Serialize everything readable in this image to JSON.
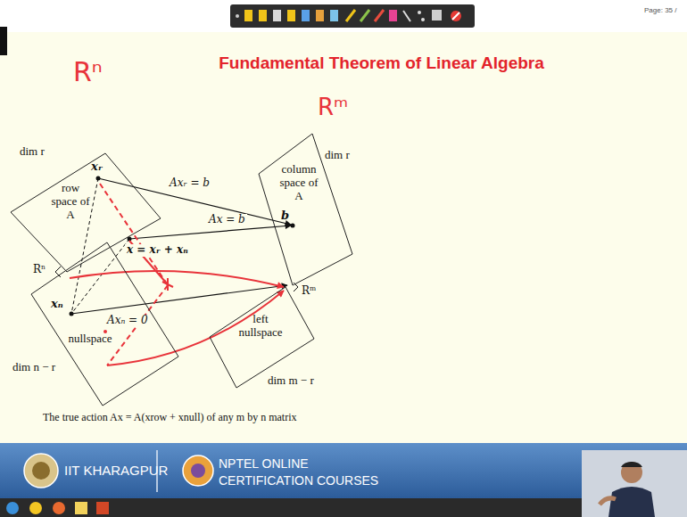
{
  "diagram": {
    "title": "Fundamental Theorem of Linear Algebra",
    "caption": "The true action Ax = A(xrow + xnull) of any m by n matrix",
    "nodes": [
      {
        "text": [
          "dim r",
          "row space of A"
        ]
      },
      {
        "text": [
          "dim r",
          "column space of A"
        ]
      },
      {
        "text": [
          "nullspace",
          "dim n − r"
        ]
      },
      {
        "text": [
          "left nullspace",
          "dim m − r"
        ]
      }
    ],
    "labels": [
      "Page: 35 /",
      "Rⁿ",
      "Rᵐ",
      "xᵣ",
      "Axᵣ = b",
      "b",
      "Ax = b",
      "x = xᵣ + xₙ",
      "Rⁿ",
      "Rᵐ",
      "xₙ",
      "Axₙ = 0",
      "IIT KHARAGPUR",
      "NPTEL ONLINE",
      "CERTIFICATION COURSES"
    ]
  }
}
